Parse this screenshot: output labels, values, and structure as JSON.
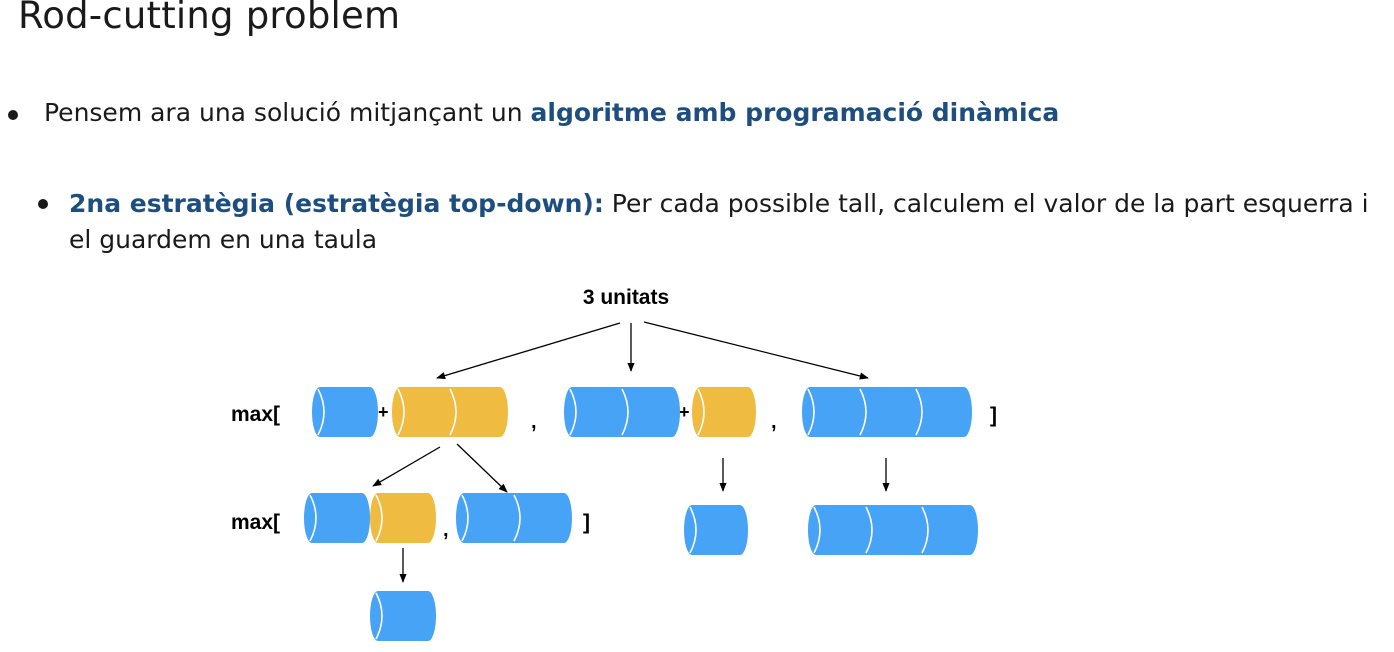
{
  "slide": {
    "title": "Rod-cutting problem",
    "bullet1_prefix": "Pensem ara una solució mitjançant un ",
    "bullet1_highlight": "algoritme amb programació dinàmica",
    "bullet2_highlight": "2na estratègia (estratègia top-down):",
    "bullet2_text": " Per cada possible tall, calculem el valor de la part esquerra i el guardem en una taula"
  },
  "diagram": {
    "root_label": "3 unitats",
    "max_label": "max[",
    "close_bracket": "]",
    "plus": "+",
    "comma": ",",
    "colors": {
      "blue": "#47a3f5",
      "yellow": "#efbb40",
      "line": "#ffffff",
      "arrow": "#000000"
    }
  }
}
